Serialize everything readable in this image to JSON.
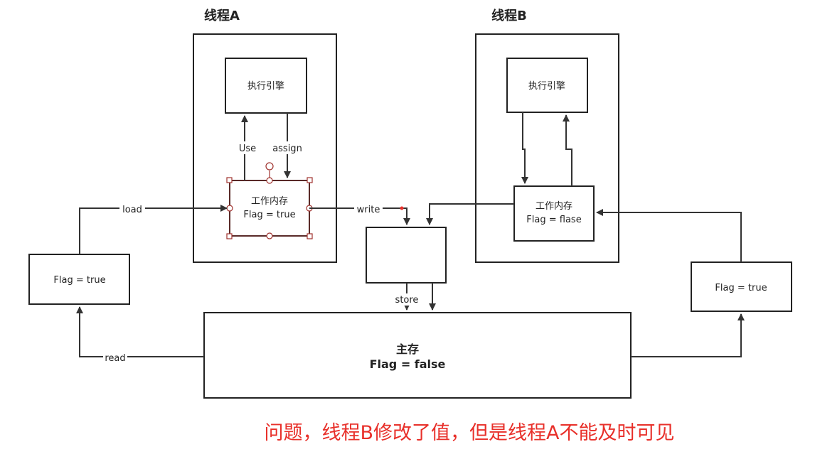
{
  "thread_a": {
    "title": "线程A",
    "engine": "执行引擎",
    "work_memory": {
      "line1": "工作内存",
      "line2": "Flag = true"
    },
    "edge_use": "Use",
    "edge_assign": "assign"
  },
  "thread_b": {
    "title": "线程B",
    "engine": "执行引擎",
    "work_memory": {
      "line1": "工作内存",
      "line2": "Flag = flase"
    }
  },
  "left_copy": {
    "label": "Flag = true"
  },
  "right_copy": {
    "label": "Flag = true"
  },
  "main_memory": {
    "title": "主存",
    "value": "Flag = false"
  },
  "edges": {
    "load": "load",
    "write": "write",
    "store": "store",
    "read": "read"
  },
  "caption": "问题，线程B修改了值，但是线程A不能及时可见",
  "colors": {
    "caption": "#e8302a",
    "selection": "#a0322e"
  }
}
